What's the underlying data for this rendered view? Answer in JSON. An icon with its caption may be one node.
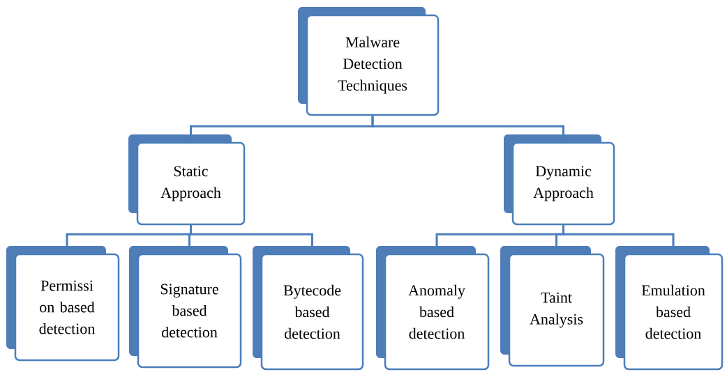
{
  "diagram": {
    "nodes": [
      {
        "text": [
          "Malware Detection Techniques"
        ]
      },
      {
        "text": [
          "Static Approach"
        ]
      },
      {
        "text": [
          "Dynamic Approach"
        ]
      },
      {
        "text": [
          "Permissi on based detection"
        ]
      },
      {
        "text": [
          "Signature based detection"
        ]
      },
      {
        "text": [
          "Bytecode based detection"
        ]
      },
      {
        "text": [
          "Anomaly based detection"
        ]
      },
      {
        "text": [
          "Taint Analysis"
        ]
      },
      {
        "text": [
          "Emulation based detection"
        ]
      }
    ],
    "edges": [
      {
        "from": 0,
        "to": 1,
        "arrow": "none"
      },
      {
        "from": 0,
        "to": 2,
        "arrow": "none"
      },
      {
        "from": 1,
        "to": 3,
        "arrow": "none"
      },
      {
        "from": 1,
        "to": 4,
        "arrow": "none"
      },
      {
        "from": 1,
        "to": 5,
        "arrow": "none"
      },
      {
        "from": 2,
        "to": 6,
        "arrow": "none"
      },
      {
        "from": 2,
        "to": 7,
        "arrow": "none"
      },
      {
        "from": 2,
        "to": 8,
        "arrow": "none"
      }
    ]
  }
}
